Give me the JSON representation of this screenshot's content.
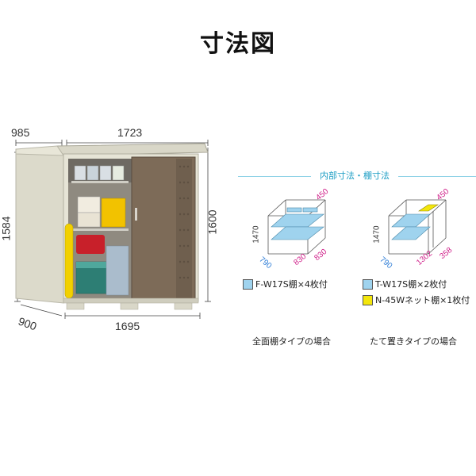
{
  "title": "寸法図",
  "shed_dims": {
    "top_depth": "985",
    "top_width": "1723",
    "left_height": "1584",
    "right_height": "1600",
    "bottom_depth": "900",
    "bottom_width": "1695"
  },
  "panel_header": "内部寸法・棚寸法",
  "full_shelf": {
    "dims": {
      "h450": "450",
      "h1470": "1470",
      "d790": "790",
      "w830a": "830",
      "w830b": "830"
    },
    "legend": [
      {
        "label": "F-W17S棚×4枚付",
        "color": "#9fd3ee"
      }
    ],
    "caption": "全面棚タイプの場合"
  },
  "vertical_type": {
    "dims": {
      "h450": "450",
      "h1470": "1470",
      "d790": "790",
      "w1302": "1302",
      "w358": "358"
    },
    "legend": [
      {
        "label": "T-W17S棚×2枚付",
        "color": "#9fd3ee"
      },
      {
        "label": "N-45Wネット棚×1枚付",
        "color": "#f3e60c"
      }
    ],
    "caption": "たて置きタイプの場合"
  },
  "colors": {
    "shelf_blue": "#9fd3ee",
    "net_yellow": "#f3e60c",
    "pink_dim": "#d0208a",
    "blue_dim": "#2b7bd6",
    "shed_body": "#e4e2d5",
    "door_bronze": "#7d6b58",
    "header_accent": "#1b9dc4"
  }
}
